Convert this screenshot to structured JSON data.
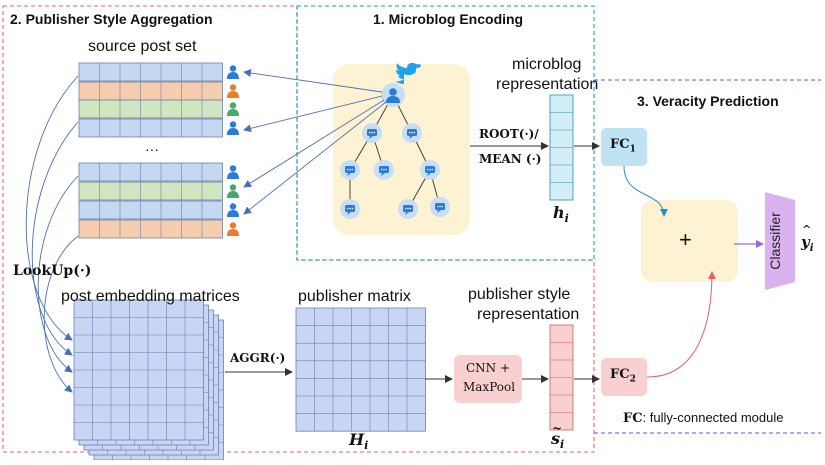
{
  "sections": {
    "publisher_style": "2. Publisher Style Aggregation",
    "microblog": "1. Microblog Encoding",
    "veracity": "3. Veracity Prediction"
  },
  "labels": {
    "source_post_set": "source post set",
    "ellipsis": "···",
    "lookup": "LookUp(·)",
    "post_embedding_matrices": "post embedding matrices",
    "publisher_matrix": "publisher matrix",
    "microblog_rep_line1": "microblog",
    "microblog_rep_line2": "representation",
    "pub_style_line1": "publisher style",
    "pub_style_line2": "representation",
    "root_mean_line1": "ROOT(·)/",
    "root_mean_line2": "MEAN (·)",
    "aggr": "AGGR(·)",
    "cnn_line1": "CNN +",
    "cnn_line2": "MaxPool",
    "h_i": "h",
    "h_i_sub": "i",
    "H_i": "H",
    "H_i_sub": "i",
    "s_i": "s",
    "s_i_sub": "i",
    "fc1": "FC",
    "fc1_sub": "1",
    "fc2": "FC",
    "fc2_sub": "2",
    "plus": "+",
    "classifier": "Classifier",
    "y_i": "y",
    "y_i_sub": "i",
    "legend_fc": "FC",
    "legend_text": ": fully-connected module"
  },
  "colors": {
    "red_dashed": "#f08080",
    "blue_dashed": "#33b5d8",
    "purple_dashed": "#9b6ad9",
    "grid_blue": "#c7d6f4",
    "grid_line": "#6f7fa8",
    "row_orange": "#f7cdb0",
    "row_green": "#cfe6c0",
    "row_blue": "#c4d8f2",
    "pink": "#f8d0d0",
    "vec_blue": "#d4eef8",
    "fc_blue": "#bfe3f3",
    "cream": "#fdf2d2",
    "classifier": "#d9b2f0",
    "person_blue": "#2d7bd8",
    "person_orange": "#ee7a2e",
    "person_green": "#44a96b"
  }
}
